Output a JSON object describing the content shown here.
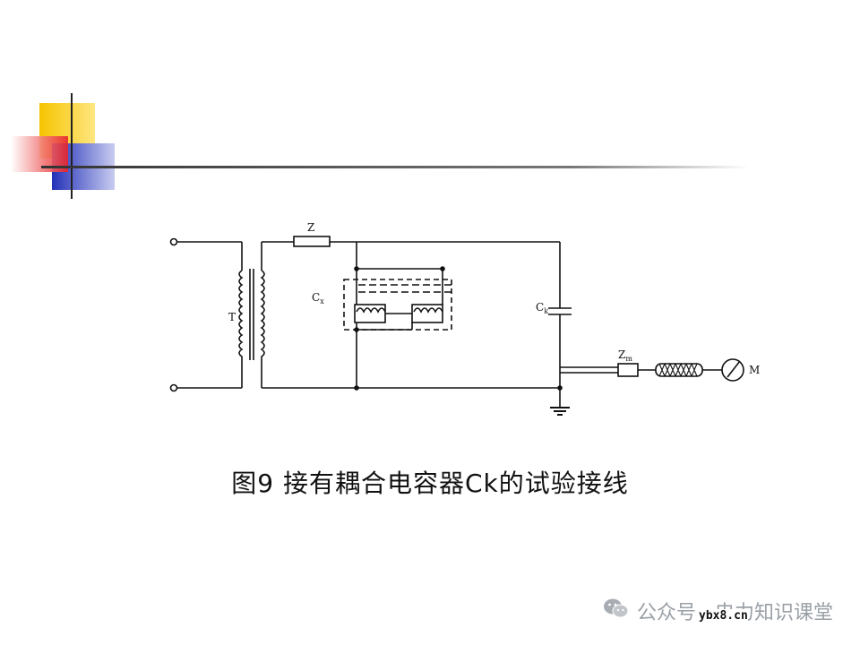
{
  "colors": {
    "deco_yellow": "#f5c400",
    "deco_red": "#e8232a",
    "deco_blue": "#2431b8",
    "line": "#111111"
  },
  "diagram": {
    "labels": {
      "impedance": "Z",
      "transformer": "T",
      "test_object": "C",
      "test_object_sub": "x",
      "coupling_capacitor": "C",
      "coupling_capacitor_sub": "k",
      "measuring_impedance": "Z",
      "measuring_impedance_sub": "m",
      "meter": "M"
    }
  },
  "caption": "图9  接有耦合电容器Ck的试验接线",
  "watermark": {
    "icon": "wechat-icon",
    "text": "公众号 · 电力知识课堂"
  },
  "site_stamp": "ybx8.cn"
}
